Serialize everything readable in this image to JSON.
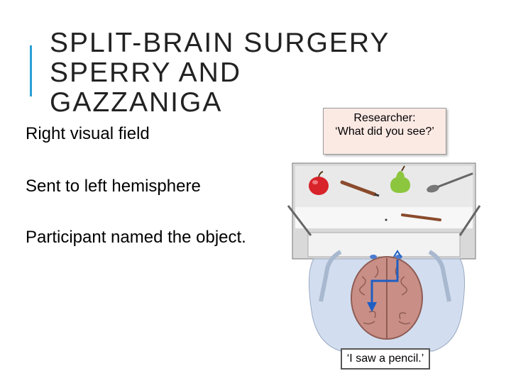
{
  "title": {
    "line1": "SPLIT-BRAIN SURGERY",
    "line2": "SPERRY AND",
    "line3": "GAZZANIGA"
  },
  "bullets": {
    "b1": "Right visual field",
    "b2": "Sent to left hemisphere",
    "b3": "Participant named the object."
  },
  "figure": {
    "researcher_speaker": "Researcher:",
    "researcher_question": "‘What did you see?’",
    "participant_answer": "‘I saw a pencil.’"
  },
  "colors": {
    "accent": "#2a9fd6",
    "brain": "#c98f86",
    "arrow": "#1f5fc4",
    "bubble_top_bg": "#fbe9e4"
  }
}
